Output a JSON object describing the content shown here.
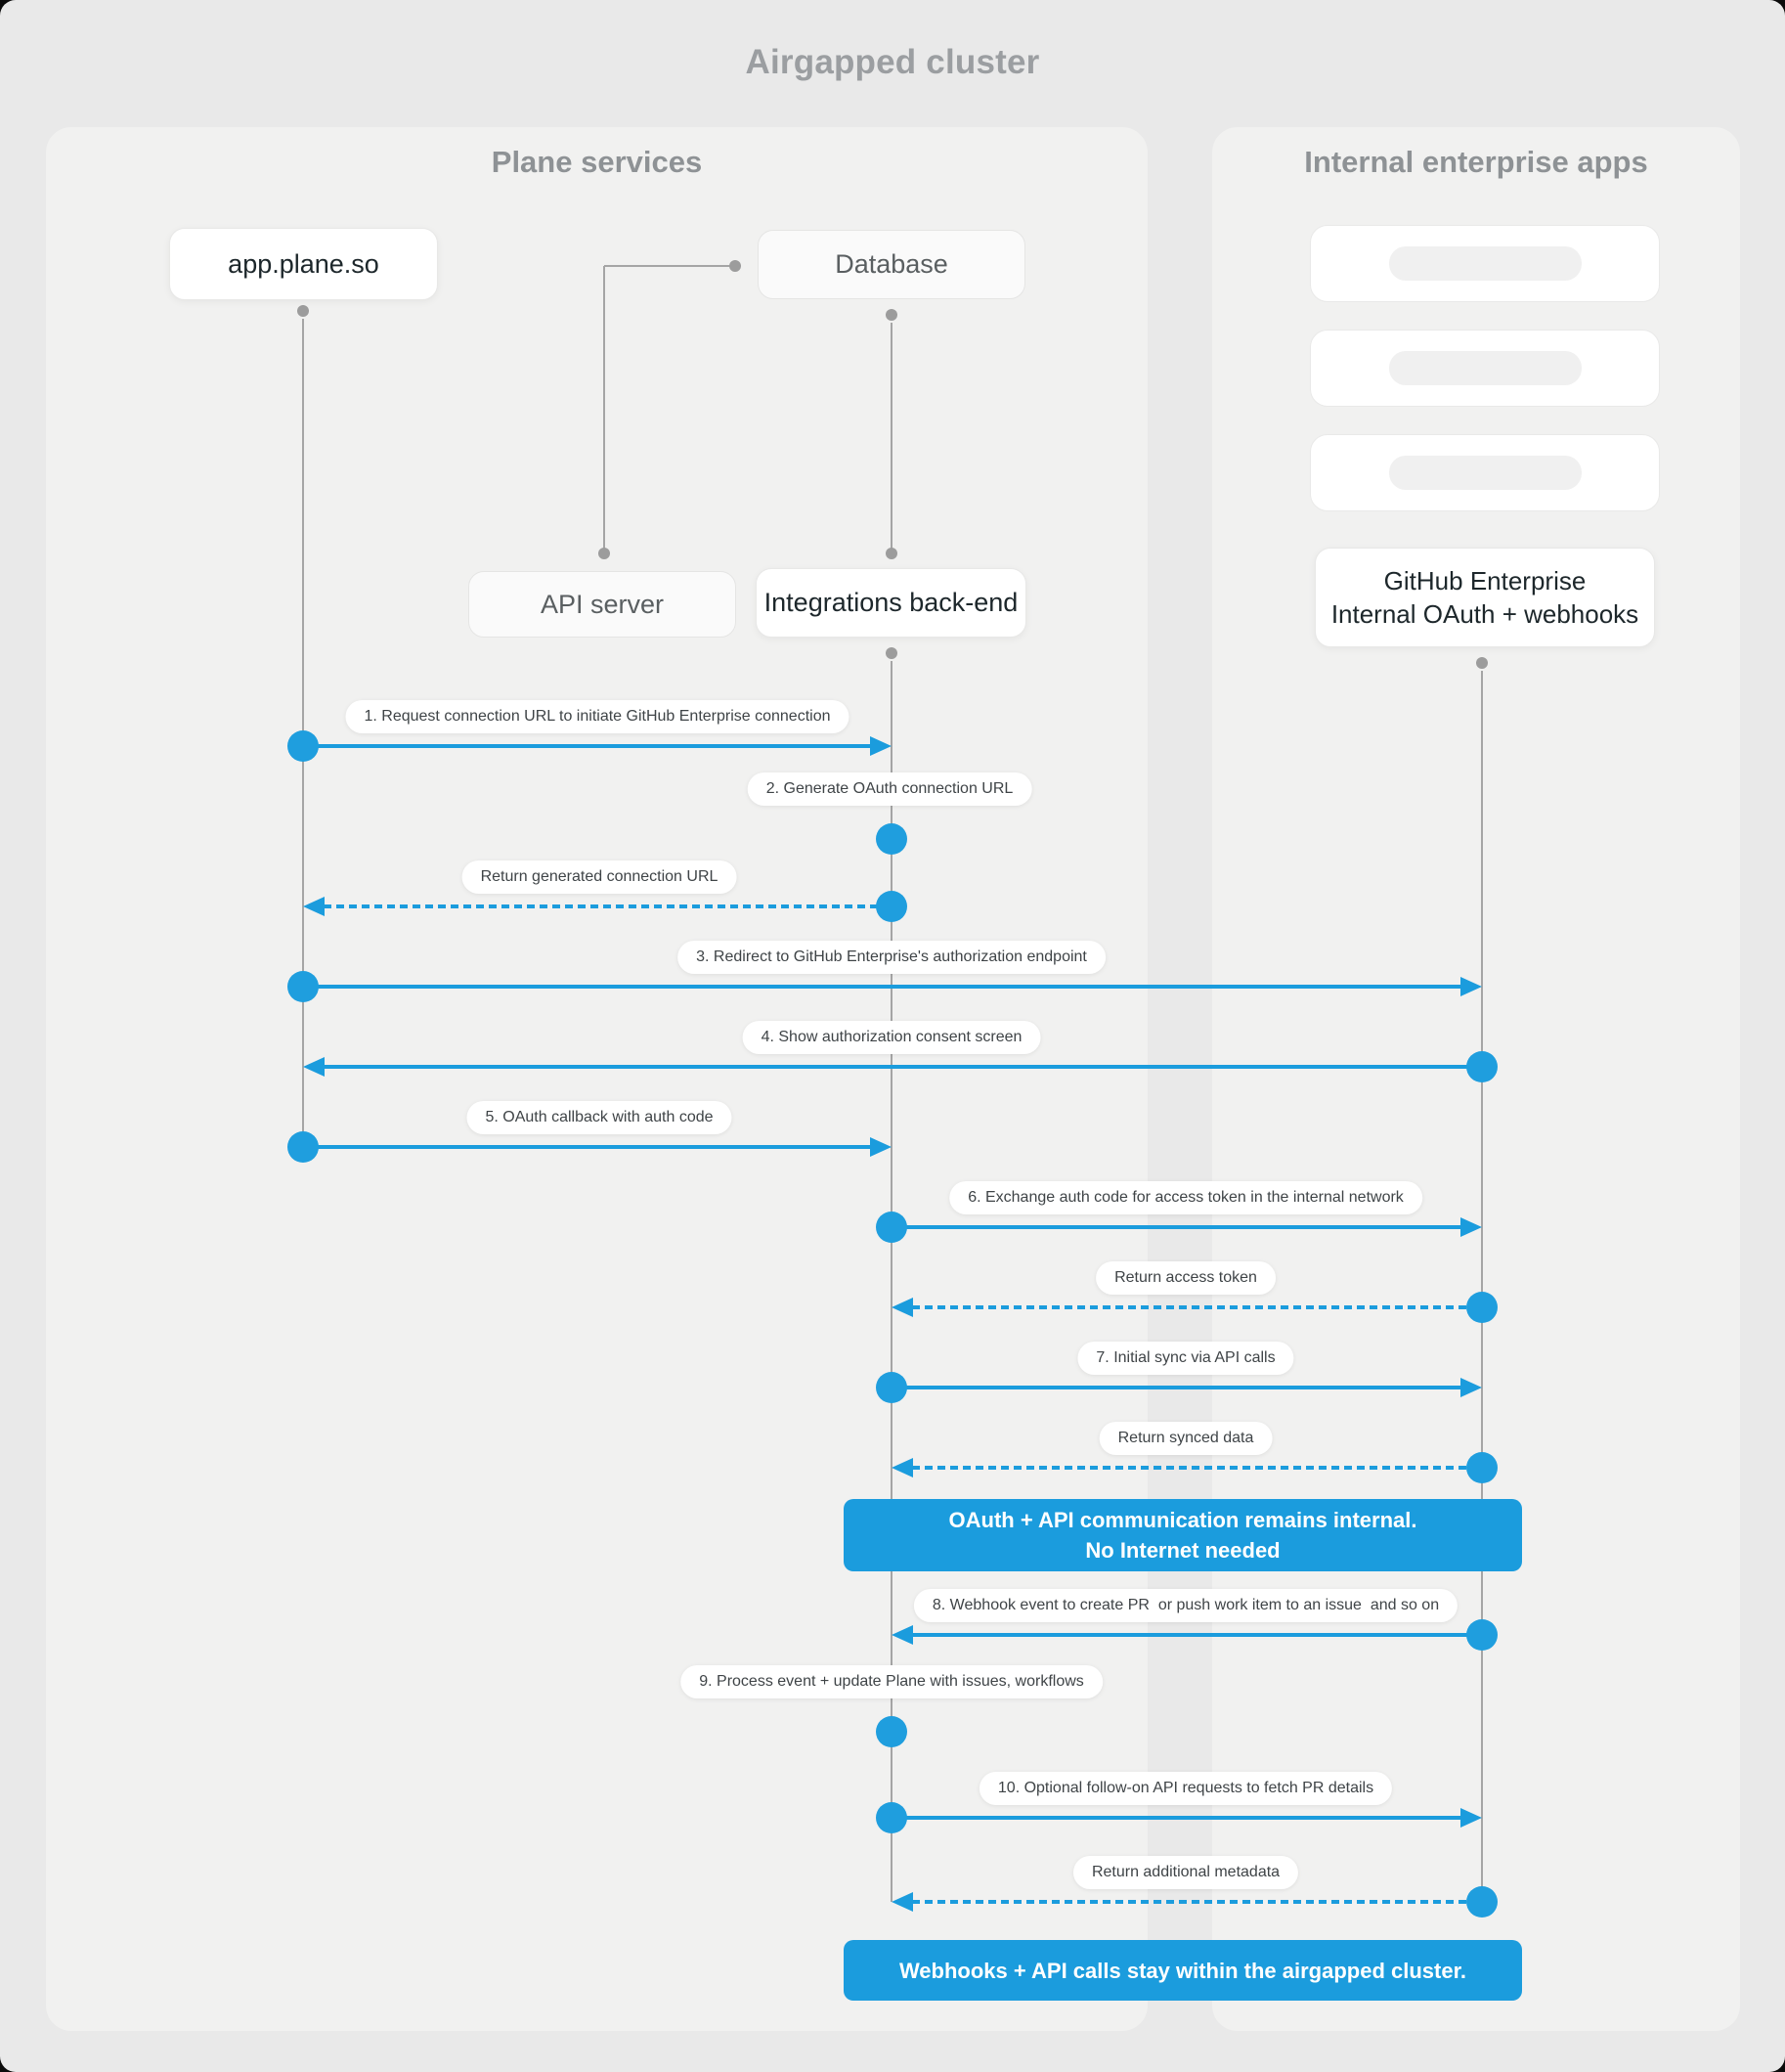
{
  "title": "Airgapped cluster",
  "panels": {
    "left": {
      "header": "Plane services"
    },
    "right": {
      "header": "Internal enterprise apps"
    }
  },
  "nodes": {
    "app": {
      "label": "app.plane.so"
    },
    "database": {
      "label": "Database"
    },
    "api_server": {
      "label": "API server"
    },
    "integrations": {
      "label": "Integrations back-end"
    },
    "github": {
      "line1": "GitHub Enterprise",
      "line2": "Internal OAuth + webhooks"
    }
  },
  "placeholders": {
    "count": 3
  },
  "messages": [
    {
      "label": "1. Request connection URL to initiate GitHub Enterprise connection",
      "kind": "solid",
      "from": "app",
      "to": "integrations"
    },
    {
      "label": "2. Generate OAuth connection URL",
      "kind": "self",
      "at": "integrations"
    },
    {
      "label": "Return generated connection URL",
      "kind": "dashed",
      "from": "integrations",
      "to": "app"
    },
    {
      "label": "3. Redirect to GitHub Enterprise's authorization endpoint",
      "kind": "solid",
      "from": "app",
      "to": "github"
    },
    {
      "label": "4. Show authorization consent screen",
      "kind": "solid",
      "from": "github",
      "to": "app"
    },
    {
      "label": "5. OAuth callback with auth code",
      "kind": "solid",
      "from": "app",
      "to": "integrations"
    },
    {
      "label": "6. Exchange auth code for access token in the internal network",
      "kind": "solid",
      "from": "integrations",
      "to": "github"
    },
    {
      "label": "Return access token",
      "kind": "dashed",
      "from": "github",
      "to": "integrations"
    },
    {
      "label": "7. Initial sync via API calls",
      "kind": "solid",
      "from": "integrations",
      "to": "github"
    },
    {
      "label": "Return synced data",
      "kind": "dashed",
      "from": "github",
      "to": "integrations"
    },
    {
      "label": "8. Webhook event to create PR  or push work item to an issue  and so on",
      "kind": "solid",
      "from": "github",
      "to": "integrations"
    },
    {
      "label": "9. Process event + update Plane with issues, workflows",
      "kind": "self",
      "at": "integrations"
    },
    {
      "label": "10. Optional follow-on API requests to fetch PR details",
      "kind": "solid",
      "from": "integrations",
      "to": "github"
    },
    {
      "label": "Return additional metadata",
      "kind": "dashed",
      "from": "github",
      "to": "integrations"
    }
  ],
  "banners": [
    {
      "lines": [
        "OAuth + API communication remains internal.",
        "No Internet needed"
      ]
    },
    {
      "lines": [
        "Webhooks + API calls stay within the airgapped cluster."
      ]
    }
  ],
  "colors": {
    "accent": "#1b9cdd",
    "lifeline": "#a5a5a5"
  }
}
